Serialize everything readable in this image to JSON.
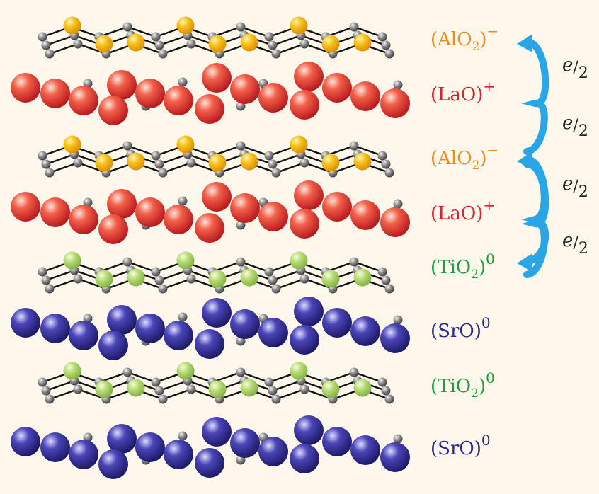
{
  "colors": {
    "background": "#fdf7ec",
    "alo2": "#f08a1c",
    "lao": "#e2202a",
    "tio2": "#1e9e3a",
    "sro": "#2e2a8c",
    "arrow": "#2aa6e6",
    "electron_label": "#222222"
  },
  "layers": [
    {
      "kind": "plane",
      "atom": "al",
      "label": {
        "pre": "(AlO",
        "sub": "2",
        "post": ")",
        "sup": "−"
      }
    },
    {
      "kind": "balls",
      "atom": "la",
      "label": {
        "pre": "(LaO)",
        "sub": "",
        "post": "",
        "sup": "+"
      }
    },
    {
      "kind": "plane",
      "atom": "al",
      "label": {
        "pre": "(AlO",
        "sub": "2",
        "post": ")",
        "sup": "−"
      }
    },
    {
      "kind": "balls",
      "atom": "la",
      "label": {
        "pre": "(LaO)",
        "sub": "",
        "post": "",
        "sup": "+"
      }
    },
    {
      "kind": "plane",
      "atom": "ti",
      "label": {
        "pre": "(TiO",
        "sub": "2",
        "post": ")",
        "sup": "0"
      }
    },
    {
      "kind": "balls",
      "atom": "sr",
      "label": {
        "pre": "(SrO)",
        "sub": "",
        "post": "",
        "sup": "0"
      }
    },
    {
      "kind": "plane",
      "atom": "ti",
      "label": {
        "pre": "(TiO",
        "sub": "2",
        "post": ")",
        "sup": "0"
      }
    },
    {
      "kind": "balls",
      "atom": "sr",
      "label": {
        "pre": "(SrO)",
        "sub": "",
        "post": "",
        "sup": "0"
      }
    }
  ],
  "electron_transfer": [
    {
      "num": "e",
      "den": "2"
    },
    {
      "num": "e",
      "den": "2"
    },
    {
      "num": "e",
      "den": "2"
    },
    {
      "num": "e",
      "den": "2"
    }
  ]
}
